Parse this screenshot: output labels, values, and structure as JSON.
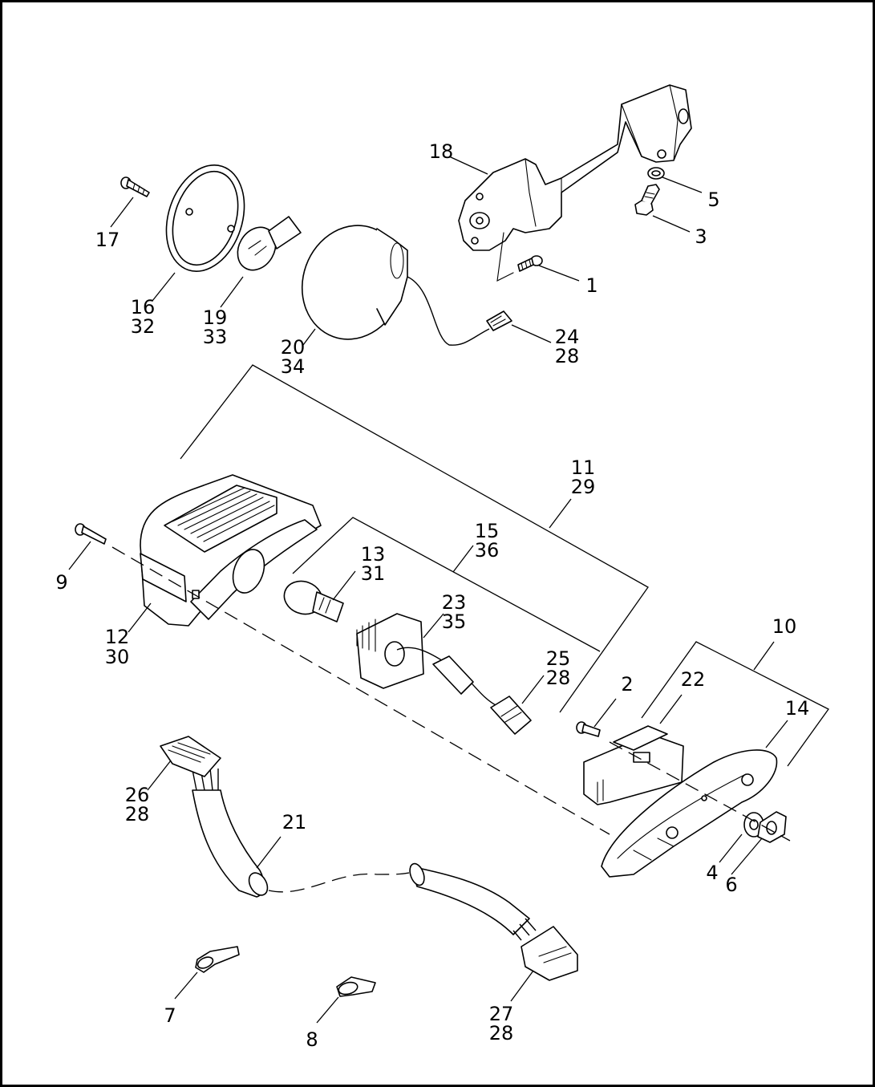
{
  "diagram": {
    "callouts": [
      {
        "id": "c1",
        "lines": [
          "1"
        ]
      },
      {
        "id": "c2",
        "lines": [
          "2"
        ]
      },
      {
        "id": "c3",
        "lines": [
          "3"
        ]
      },
      {
        "id": "c4",
        "lines": [
          "4"
        ]
      },
      {
        "id": "c5",
        "lines": [
          "5"
        ]
      },
      {
        "id": "c6",
        "lines": [
          "6"
        ]
      },
      {
        "id": "c7",
        "lines": [
          "7"
        ]
      },
      {
        "id": "c8",
        "lines": [
          "8"
        ]
      },
      {
        "id": "c9",
        "lines": [
          "9"
        ]
      },
      {
        "id": "c10",
        "lines": [
          "10"
        ]
      },
      {
        "id": "c11",
        "lines": [
          "11",
          "29"
        ]
      },
      {
        "id": "c12",
        "lines": [
          "12",
          "30"
        ]
      },
      {
        "id": "c13",
        "lines": [
          "13",
          "31"
        ]
      },
      {
        "id": "c14",
        "lines": [
          "14"
        ]
      },
      {
        "id": "c15",
        "lines": [
          "15",
          "36"
        ]
      },
      {
        "id": "c16",
        "lines": [
          "16",
          "32"
        ]
      },
      {
        "id": "c17",
        "lines": [
          "17"
        ]
      },
      {
        "id": "c18",
        "lines": [
          "18"
        ]
      },
      {
        "id": "c19",
        "lines": [
          "19",
          "33"
        ]
      },
      {
        "id": "c20",
        "lines": [
          "20",
          "34"
        ]
      },
      {
        "id": "c21",
        "lines": [
          "21"
        ]
      },
      {
        "id": "c22",
        "lines": [
          "22"
        ]
      },
      {
        "id": "c23",
        "lines": [
          "23",
          "35"
        ]
      },
      {
        "id": "c24",
        "lines": [
          "24",
          "28"
        ]
      },
      {
        "id": "c25",
        "lines": [
          "25",
          "28"
        ]
      },
      {
        "id": "c26",
        "lines": [
          "26",
          "28"
        ]
      },
      {
        "id": "c27",
        "lines": [
          "27",
          "28"
        ]
      }
    ]
  }
}
